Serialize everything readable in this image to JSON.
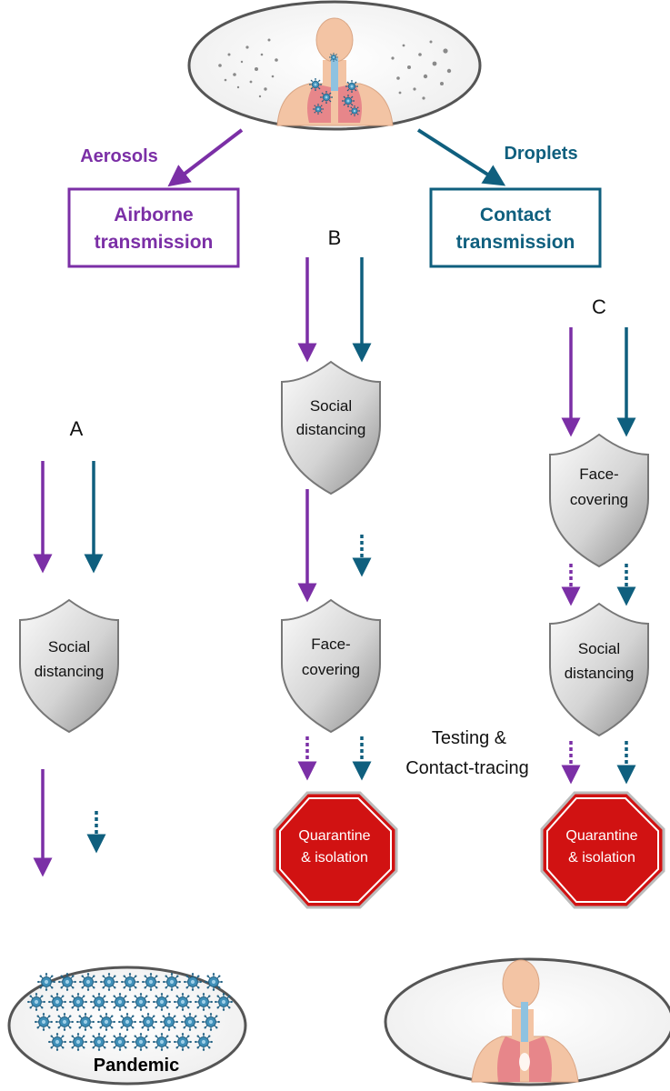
{
  "colors": {
    "airborne": "#7B2FA6",
    "contact": "#0F5F7E",
    "shield_light": "#f2f2f2",
    "shield_dark": "#9a9a9a",
    "stop_red": "#d11212",
    "skin": "#f3c4a4",
    "lung": "#e67f87",
    "virus": "#2e7ea6"
  },
  "routes": {
    "aerosols_label": "Aerosols",
    "droplets_label": "Droplets",
    "airborne_line1": "Airborne",
    "airborne_line2": "transmission",
    "contact_line1": "Contact",
    "contact_line2": "transmission"
  },
  "scenarios": {
    "a": {
      "label": "A",
      "shield1_line1": "Social",
      "shield1_line2": "distancing",
      "outcome": "Pandemic"
    },
    "b": {
      "label": "B",
      "shield1_line1": "Social",
      "shield1_line2": "distancing",
      "shield2_line1": "Face-",
      "shield2_line2": "covering",
      "stop_line1": "Quarantine",
      "stop_line2": "& isolation"
    },
    "c": {
      "label": "C",
      "shield1_line1": "Face-",
      "shield1_line2": "covering",
      "shield2_line1": "Social",
      "shield2_line2": "distancing",
      "stop_line1": "Quarantine",
      "stop_line2": "& isolation"
    }
  },
  "testing": {
    "line1": "Testing &",
    "line2": "Contact-tracing"
  }
}
